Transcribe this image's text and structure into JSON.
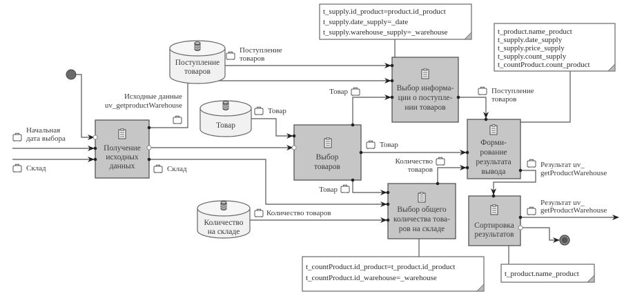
{
  "diagram": {
    "type": "process-flow",
    "processes": [
      {
        "id": "p1",
        "label_lines": [
          "Получение",
          "исходных",
          "данных"
        ],
        "icon": "checklist-icon"
      },
      {
        "id": "p2",
        "label_lines": [
          "Выбор",
          "товаров"
        ],
        "icon": "checklist-icon"
      },
      {
        "id": "p3",
        "label_lines": [
          "Выбор информа-",
          "ции о поступле-",
          "нии товаров"
        ],
        "icon": "checklist-icon"
      },
      {
        "id": "p4",
        "label_lines": [
          "Форми-",
          "рование",
          "результата",
          "вывода"
        ],
        "icon": "checklist-icon"
      },
      {
        "id": "p5",
        "label_lines": [
          "Выбор общего",
          "количества това-",
          "ров на складе"
        ],
        "icon": "checklist-icon"
      },
      {
        "id": "p6",
        "label_lines": [
          "Сортировка",
          "результатов"
        ],
        "icon": "checklist-icon"
      }
    ],
    "stores": [
      {
        "id": "s1",
        "label_lines": [
          "Поступление",
          "товаров"
        ],
        "icon": "database-icon"
      },
      {
        "id": "s2",
        "label_lines": [
          "Товар"
        ],
        "icon": "database-icon"
      },
      {
        "id": "s3",
        "label_lines": [
          "Количество",
          "на складе"
        ],
        "icon": "database-icon"
      }
    ],
    "notes": [
      {
        "id": "n1",
        "lines": [
          "t_supply.id_product=product.id_product",
          "t_supply.date_supply=_date",
          "t_supply.warehouse_supply=_warehouse"
        ]
      },
      {
        "id": "n2",
        "lines": [
          "t_product.name_product",
          "t_supply.date_supply",
          "t_supply.price_supply",
          "t_supply.count_supply",
          "t_countProduct.count_product"
        ]
      },
      {
        "id": "n3",
        "lines": [
          "t_countProduct.id_product=t_product.id_product",
          "t_countProduct.id_warehouse=_warehouse"
        ]
      },
      {
        "id": "n4",
        "lines": [
          "t_product.name_product"
        ]
      }
    ],
    "flow_labels": {
      "start_date": [
        "Начальная",
        "дата выбора"
      ],
      "warehouse_in": [
        "Склад"
      ],
      "source_data": [
        "Исходные данные",
        "uv_getproductWarehouse"
      ],
      "warehouse_out": [
        "Склад"
      ],
      "supply_flow": [
        "Поступление",
        "товаров"
      ],
      "goods_from_store": [
        "Товар"
      ],
      "goods_to_p3": [
        "Товар"
      ],
      "goods_to_p4": [
        "Товар"
      ],
      "goods_to_p5": [
        "Товар"
      ],
      "supply_to_p4": [
        "Поступление",
        "товаров"
      ],
      "count_to_p4": [
        "Количество",
        "товаров"
      ],
      "count_from_store": [
        "Количество товаров"
      ],
      "result_p4": [
        "Результат uv_",
        "getProductWarehouse"
      ],
      "result_final": [
        "Результат uv_",
        "getProductWarehouse"
      ]
    },
    "events": {
      "start": "start-event",
      "end": "end-event"
    },
    "colors": {
      "process_fill": "#c6c6c6",
      "line": "#555555",
      "start_event": "#6a6a6a",
      "end_event": "#6a6a6a"
    }
  }
}
